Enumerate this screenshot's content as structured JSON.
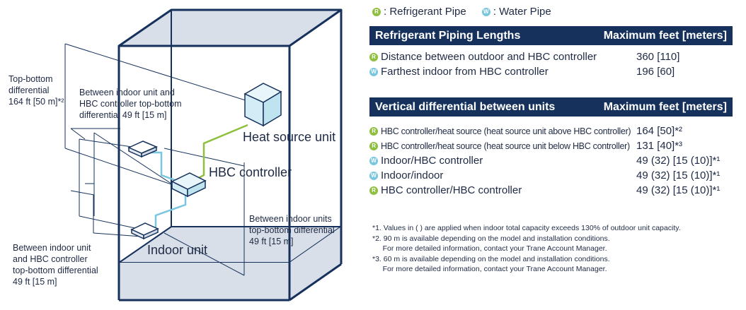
{
  "legend": {
    "refrigerant_badge": "R",
    "refrigerant_label": ": Refrigerant Pipe",
    "water_badge": "W",
    "water_label": ": Water Pipe"
  },
  "colors": {
    "navy": "#16325c",
    "refrigerant_green": "#8fbf3f",
    "water_blue": "#79c7df",
    "box_fill": "#d9dfe8"
  },
  "piping_table": {
    "title": "Refrigerant Piping Lengths",
    "column": "Maximum feet [meters]",
    "rows": [
      {
        "badge": "R",
        "pipe": "refrigerant",
        "label": "Distance between outdoor and HBC controller",
        "value": "360 [110]"
      },
      {
        "badge": "W",
        "pipe": "water",
        "label": "Farthest indoor from HBC controller",
        "value": "196 [60]"
      }
    ]
  },
  "vertical_table": {
    "title": "Vertical differential between units",
    "column": "Maximum feet [meters]",
    "rows": [
      {
        "badge": "R",
        "pipe": "refrigerant",
        "label": "HBC controller/heat source (heat source unit above HBC controller)",
        "value": "164 [50]*²"
      },
      {
        "badge": "R",
        "pipe": "refrigerant",
        "label": "HBC controller/heat source (heat source unit below HBC controller)",
        "value": "131 [40]*³"
      },
      {
        "badge": "W",
        "pipe": "water",
        "label": "Indoor/HBC controller",
        "value": "49 (32) [15 (10)]*¹"
      },
      {
        "badge": "W",
        "pipe": "water",
        "label": "Indoor/indoor",
        "value": "49 (32) [15 (10)]*¹"
      },
      {
        "badge": "R",
        "pipe": "refrigerant",
        "label": "HBC controller/HBC controller",
        "value": "49 (32) [15 (10)]*¹"
      }
    ]
  },
  "footnotes": [
    "*1. Values in ( ) are applied when indoor total capacity exceeds 130% of outdoor unit capacity.",
    "*2. 90 m is available depending on the model and installation conditions.",
    "     For more detailed information, contact your Trane Account Manager.",
    "*3. 60 m is available depending on the model and installation conditions.",
    "     For more detailed information, contact your Trane Account Manager."
  ],
  "diagram": {
    "heat_source_unit": "Heat source unit",
    "hbc_controller": "HBC controller",
    "indoor_unit": "Indoor unit",
    "top_bottom": {
      "line1": "Top-bottom",
      "line2": "differential",
      "line3": "164 ft [50 m]*²"
    },
    "indoor_hbc_upper": {
      "line1": "Between indoor unit and",
      "line2": "HBC controller top-bottom",
      "line3": "differential 49 ft [15 m]"
    },
    "indoor_units": {
      "line1": "Between indoor units",
      "line2": "top-bottom differential",
      "line3": "49 ft [15 m]"
    },
    "indoor_hbc_lower": {
      "line1": "Between indoor unit",
      "line2": "and HBC controller",
      "line3": "top-bottom differential",
      "line4": "49 ft [15 m]"
    }
  }
}
